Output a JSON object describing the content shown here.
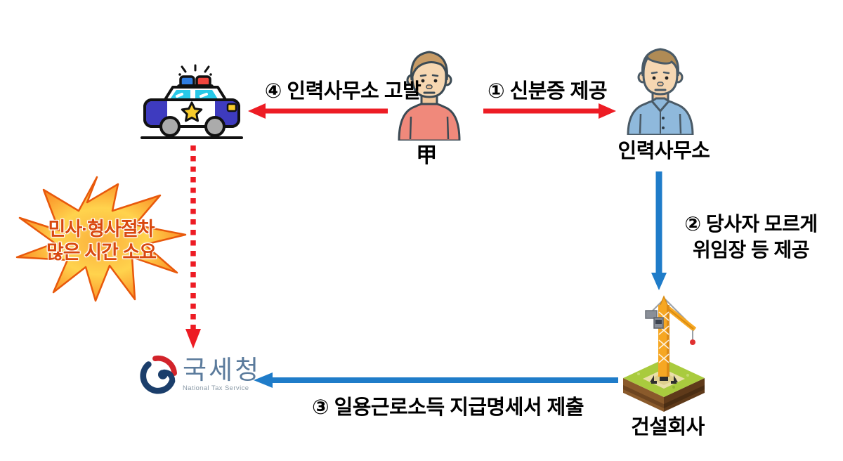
{
  "diagram": {
    "colors": {
      "arrow_red": "#ED1C24",
      "arrow_blue": "#1F7CC9",
      "callout_text": "#D9480F"
    },
    "nodes": {
      "police": {
        "icon": "police-car"
      },
      "gap": {
        "label": "甲"
      },
      "manpower_office": {
        "label": "인력사무소"
      },
      "construction": {
        "label": "건설회사"
      },
      "nts": {
        "title": "국세청",
        "subtitle": "National Tax Service"
      }
    },
    "edges": {
      "step1": {
        "label": "① 신분증 제공"
      },
      "step2": {
        "line1": "② 당사자 모르게",
        "line2": "위임장 등 제공"
      },
      "step3": {
        "label": "③ 일용근로소득 지급명세서 제출"
      },
      "step4": {
        "label": "④ 인력사무소 고발"
      }
    },
    "callout": {
      "line1": "민사·형사절차",
      "line2": "많은 시간 소요"
    }
  }
}
